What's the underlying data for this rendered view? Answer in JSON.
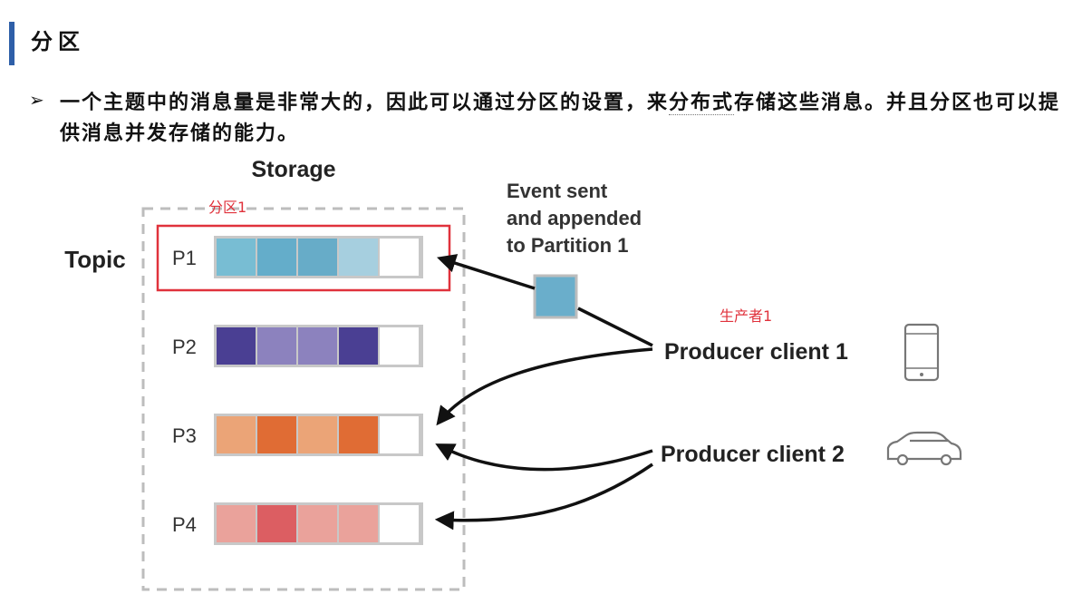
{
  "title": "分区",
  "bullet": {
    "part1": "一个主题中的消息量是非常大的，因此可以通过分区的设置，来",
    "part2": "分布式",
    "part3": "存储这些消息。并且分区也可以提供消息并发存储的能力。"
  },
  "diagram": {
    "storage_label": "Storage",
    "topic_label": "Topic",
    "partition1_note": "分区1",
    "event_label": [
      "Event sent",
      "and appended",
      "to Partition 1"
    ],
    "producer1_note": "生产者1",
    "producer1_label": "Producer client 1",
    "producer2_label": "Producer client 2",
    "producer1_icon": "phone-icon",
    "producer2_icon": "car-icon",
    "event_color": "#6aaecb",
    "partitions": [
      {
        "label": "P1",
        "colors": [
          "#78bdd3",
          "#64adca",
          "#67acc8",
          "#a6cfdf",
          "#ffffff"
        ]
      },
      {
        "label": "P2",
        "colors": [
          "#4a3f93",
          "#8c82be",
          "#8c82be",
          "#4a3f93",
          "#ffffff"
        ]
      },
      {
        "label": "P3",
        "colors": [
          "#eba477",
          "#e06c34",
          "#eba477",
          "#e06c34",
          "#ffffff"
        ]
      },
      {
        "label": "P4",
        "colors": [
          "#eaa29b",
          "#dc5e62",
          "#eaa29b",
          "#eaa29b",
          "#ffffff"
        ]
      }
    ]
  }
}
